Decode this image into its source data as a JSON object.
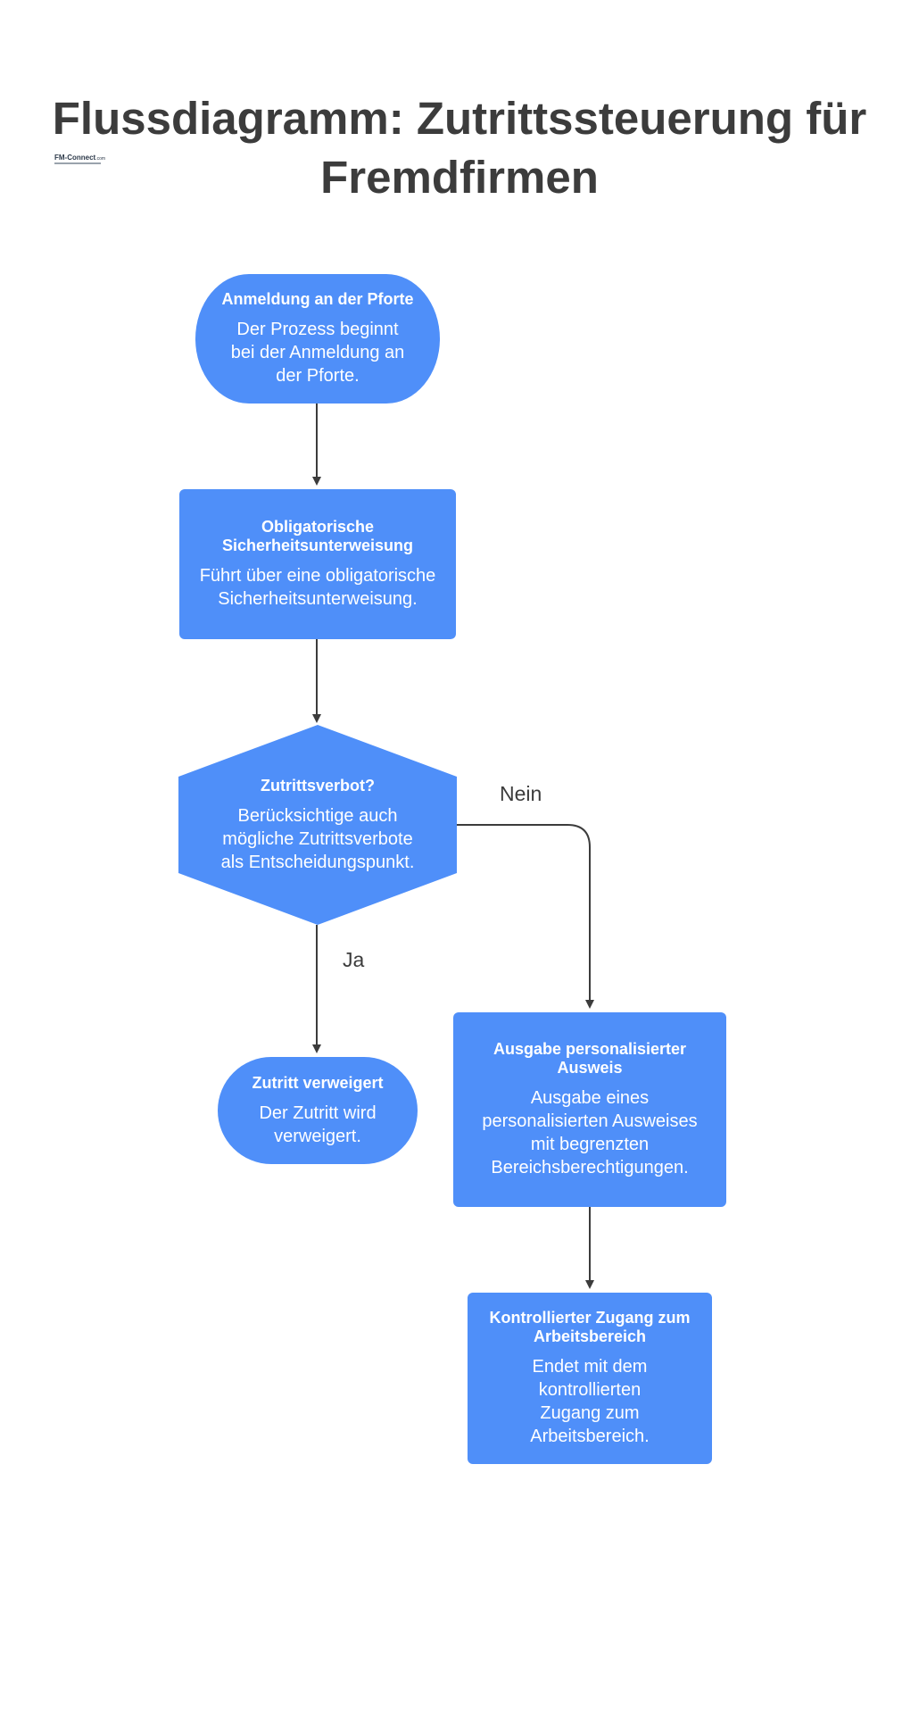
{
  "title": "Flussdiagramm: Zutrittssteuerung für Fremdfirmen",
  "logo": {
    "name": "FM-Connect",
    "suffix": ".com"
  },
  "nodes": {
    "start": {
      "title": "Anmeldung an der Pforte",
      "desc": "Der Prozess beginnt bei der Anmeldung an der Pforte."
    },
    "training": {
      "title": "Obligatorische Sicherheitsunterweisung",
      "desc": "Führt über eine obligatorische Sicherheitsunterweisung."
    },
    "decision": {
      "title": "Zutrittsverbot?",
      "desc": "Berücksichtige auch mögliche Zutrittsverbote als Entscheidungspunkt."
    },
    "denied": {
      "title": "Zutritt verweigert",
      "desc": "Der Zutritt wird verweigert."
    },
    "badge": {
      "title": "Ausgabe personalisierter Ausweis",
      "desc": "Ausgabe eines personalisierten Ausweises mit begrenzten Bereichsberechtigungen."
    },
    "access": {
      "title": "Kontrollierter Zugang zum Arbeitsbereich",
      "desc": "Endet mit dem kontrollierten Zugang zum Arbeitsbereich."
    }
  },
  "edges": {
    "yes_label": "Ja",
    "no_label": "Nein"
  },
  "colors": {
    "node_fill": "#4f8ff9",
    "text_dark": "#3c3c3c",
    "connector": "#3c3c3c"
  }
}
